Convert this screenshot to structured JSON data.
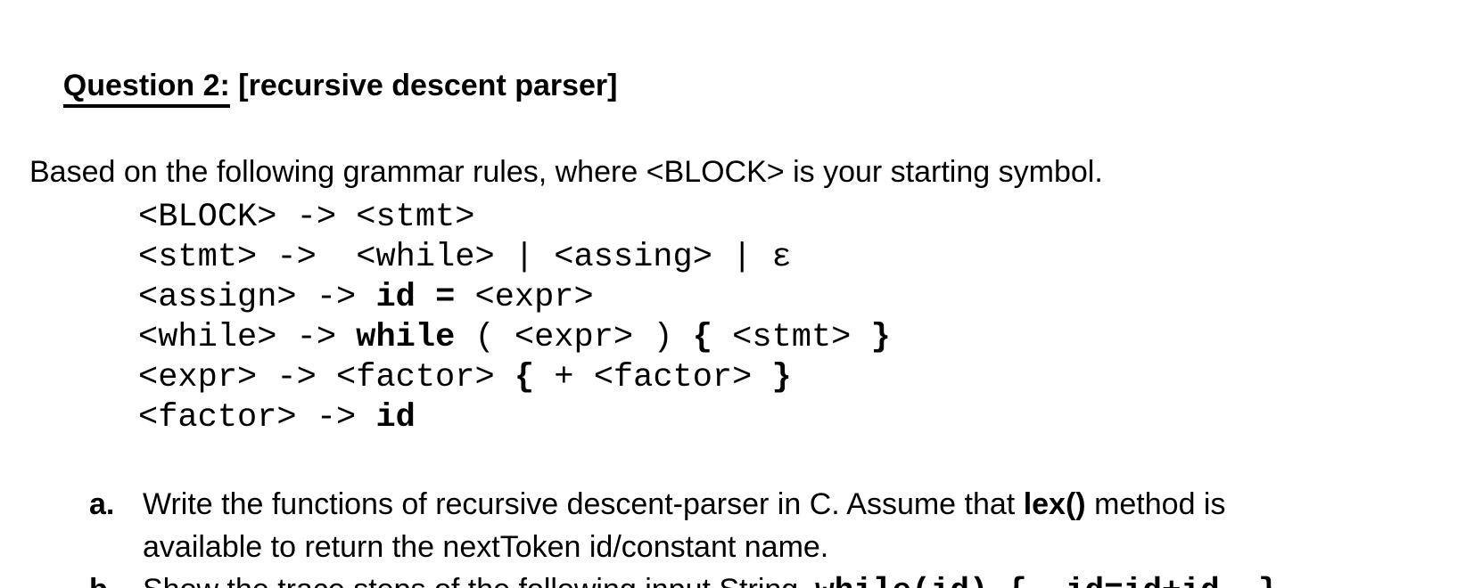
{
  "title": {
    "underlined": "Question 2:",
    "rest": " [recursive descent parser]"
  },
  "intro": "Based on the following grammar rules, where <BLOCK> is your starting symbol.",
  "grammar_rules": [
    [
      {
        "t": "<BLOCK> -> <stmt>",
        "b": false
      }
    ],
    [
      {
        "t": "<stmt> ->  <while> | <assing> | ε",
        "b": false
      }
    ],
    [
      {
        "t": "<assign> -> ",
        "b": false
      },
      {
        "t": "id = ",
        "b": true
      },
      {
        "t": "<expr>",
        "b": false
      }
    ],
    [
      {
        "t": "<while> -> ",
        "b": false
      },
      {
        "t": "while",
        "b": true
      },
      {
        "t": " ( <expr> ) ",
        "b": false
      },
      {
        "t": "{",
        "b": true
      },
      {
        "t": " <stmt> ",
        "b": false
      },
      {
        "t": "}",
        "b": true
      }
    ],
    [
      {
        "t": "<expr> -> <factor> ",
        "b": false
      },
      {
        "t": "{",
        "b": true
      },
      {
        "t": " + <factor> ",
        "b": false
      },
      {
        "t": "}",
        "b": true
      }
    ],
    [
      {
        "t": "<factor> -> ",
        "b": false
      },
      {
        "t": "id",
        "b": true
      }
    ]
  ],
  "questions": [
    {
      "marker": "a.",
      "lines": [
        [
          {
            "t": "Write the functions of recursive descent-parser in C. Assume that ",
            "b": false
          },
          {
            "t": "lex()",
            "b": true
          },
          {
            "t": " method is",
            "b": false
          }
        ],
        [
          {
            "t": "available to return the nextToken id/constant name.",
            "b": false
          }
        ]
      ]
    },
    {
      "marker": "b.",
      "lines": [
        [
          {
            "t": "Show the trace steps of the following input String  ",
            "b": false
          },
          {
            "t": "while(id) {  id=id+id  }",
            "b": true,
            "mono": true
          }
        ]
      ]
    }
  ]
}
